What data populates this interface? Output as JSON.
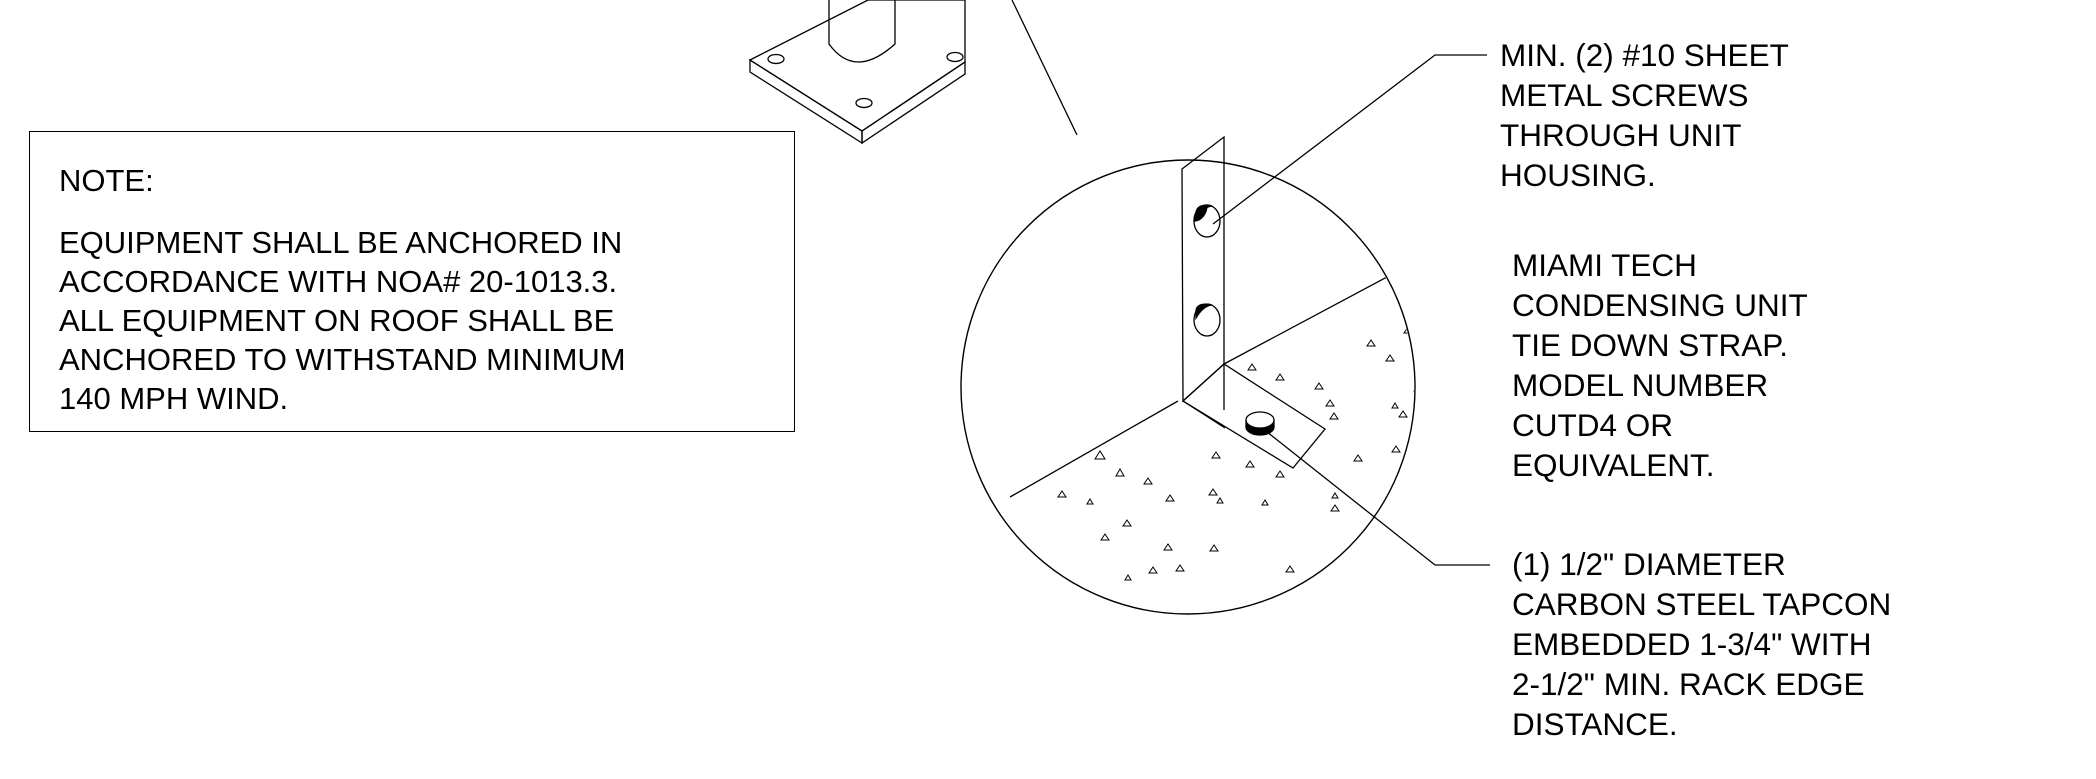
{
  "note": {
    "title": "NOTE:",
    "lines": [
      "EQUIPMENT SHALL BE ANCHORED IN",
      "ACCORDANCE WITH NOA# 20-1013.3.",
      "ALL EQUIPMENT ON ROOF SHALL BE",
      "ANCHORED TO WITHSTAND MINIMUM",
      "140 MPH WIND."
    ]
  },
  "callouts": {
    "screws": [
      "MIN. (2) #10 SHEET",
      "METAL SCREWS",
      "THROUGH UNIT",
      "HOUSING."
    ],
    "strap": [
      "MIAMI TECH",
      "CONDENSING UNIT",
      "TIE DOWN STRAP.",
      "MODEL NUMBER",
      "CUTD4 OR",
      "EQUIVALENT."
    ],
    "tapcon": [
      "(1) 1/2\" DIAMETER",
      "CARBON STEEL TAPCON",
      "EMBEDDED 1-3/4\" WITH",
      "2-1/2\" MIN. RACK EDGE",
      "DISTANCE."
    ]
  }
}
